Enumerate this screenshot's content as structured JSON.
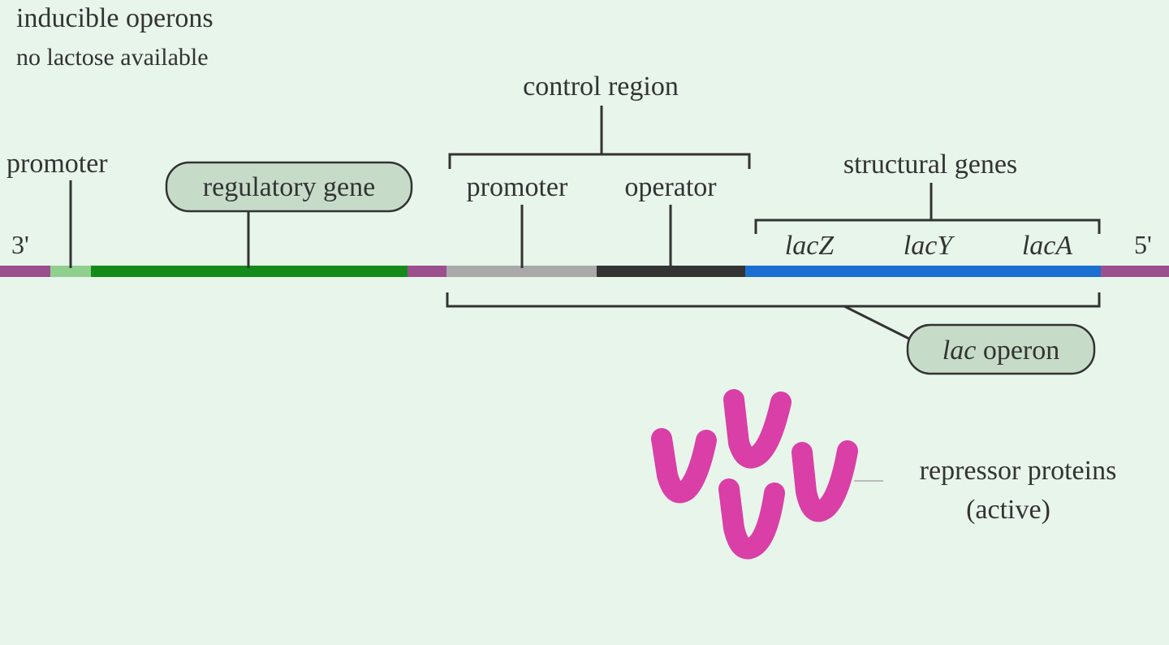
{
  "header": {
    "title": "inducible operons",
    "subtitle": "no lactose available"
  },
  "dna": {
    "end_left": "3'",
    "end_right": "5'"
  },
  "labels": {
    "promoter_left": "promoter",
    "regulatory_gene": "regulatory gene",
    "control_region": "control region",
    "promoter_control": "promoter",
    "operator": "operator",
    "structural_genes": "structural genes",
    "lacZ": "lacZ",
    "lacY": "lacY",
    "lacA": "lacA",
    "lac_operon_italic": "lac",
    "lac_operon_rest": " operon",
    "repressor_line1": "repressor proteins",
    "repressor_line2": "(active)"
  },
  "colors": {
    "background": "#e8f5ea",
    "spacer": "#9b4f8f",
    "promoter_left": "#8fd08f",
    "regulatory_gene": "#138a1a",
    "promoter_control": "#a9a9a9",
    "operator": "#333333",
    "structural_genes": "#1a6fd1",
    "repressor": "#d93fa7",
    "pill_fill": "#c6dcc9"
  }
}
